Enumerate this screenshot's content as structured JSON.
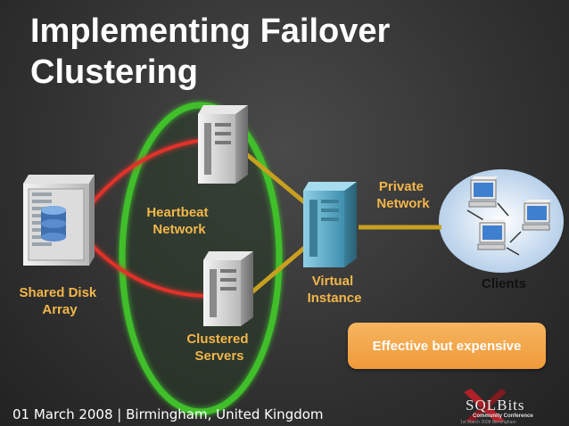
{
  "slide": {
    "title_line1": "Implementing Failover",
    "title_line2": "Clustering"
  },
  "diagram": {
    "labels": {
      "heartbeat_line1": "Heartbeat",
      "heartbeat_line2": "Network",
      "private_line1": "Private",
      "private_line2": "Network",
      "virtual_line1": "Virtual",
      "virtual_line2": "Instance",
      "clients": "Clients",
      "shared_disk_line1": "Shared Disk",
      "shared_disk_line2": "Array",
      "clustered_line1": "Clustered",
      "clustered_line2": "Servers"
    },
    "callout": "Effective but expensive",
    "colors": {
      "heartbeat_link": "#58d43a",
      "cluster_ring": "#3fbf2a",
      "storage_link": "#e0302a",
      "network_link": "#c8a020",
      "label_gold": "#f2b64a",
      "callout_bg": "#f4a84a",
      "virtual_server": "#5aa8c4"
    },
    "icons": [
      "server-icon",
      "disk-array-icon",
      "client-computer-icon"
    ]
  },
  "footer": {
    "text": "01 March 2008  |  Birmingham, United Kingdom"
  },
  "logo": {
    "main": "SQLBits",
    "sub": "Community Conference",
    "tagline": "1st March 2008 Birmingham"
  }
}
